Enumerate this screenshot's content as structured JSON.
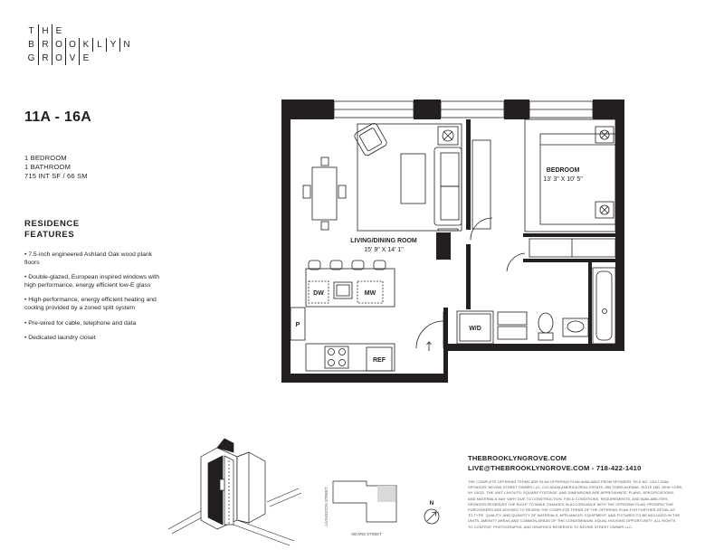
{
  "logo": {
    "rows": [
      [
        "T",
        "H",
        "E"
      ],
      [
        "B",
        "R",
        "O",
        "O",
        "K",
        "L",
        "Y",
        "N"
      ],
      [
        "G",
        "R",
        "O",
        "V",
        "E"
      ]
    ]
  },
  "unit": {
    "title": "11A - 16A",
    "specs": [
      "1 BEDROOM",
      "1 BATHROOM",
      "715 INT SF / 66 SM"
    ]
  },
  "features": {
    "title_line1": "RESIDENCE",
    "title_line2": "FEATURES",
    "items": [
      "• 7.5-inch engineered Ashland Oak wood plank floors",
      "• Double-glazed, European inspired windows with high performance, energy efficient low-E glass",
      "• High-performance, energy efficient heating and cooling provided by a zoned split system",
      "• Pre-wired for cable, telephone and data",
      "• Dedicated laundry closet"
    ]
  },
  "floorplan": {
    "living_label": "LIVING/DINING ROOM",
    "living_dims": "15' 9\" X 14' 1\"",
    "bedroom_label": "BEDROOM",
    "bedroom_dims": "13' 3\" X 10' 5\"",
    "dw": "DW",
    "mw": "MW",
    "ref": "REF",
    "wd": "W/D",
    "p": "P"
  },
  "keyplan": {
    "street_vertical": "LIVINGSTON STREET",
    "street_horizontal": "NEVINS STREET",
    "north": "N"
  },
  "contact": {
    "website": "THEBROOKLYNGROVE.COM",
    "email_phone": "LIVE@THEBROOKLYNGROVE.COM - 718-422-1410"
  },
  "legal": [
    "THE COMPLETE OFFERING TERMS ARE IN AN OFFERING PLAN AVAILABLE FROM SPONSOR. FILE NO. CD17-0166.",
    "SPONSOR: NEVINS STREET OWNER LLC, C/O ADAM AMERICA REAL ESTATE, 850 THIRD AVENUE, SUITE 18D, NEW YORK,",
    "NY 10022. THE UNIT LAYOUTS, SQUARE FOOTAGE, AND DIMENSIONS ARE APPROXIMATE. PLANS, SPECIFICATIONS,",
    "AND MATERIALS MAY VARY DUE TO CONSTRUCTION, FIELD CONDITIONS, REQUIREMENTS, AND AVAILABILITIES.",
    "SPONSOR RESERVES THE RIGHT TO MAKE CHANGES IN ACCORDANCE WITH THE OFFERING PLAN. PROSPECTIVE",
    "PURCHASERS ARE ADVISED TO REVIEW THE COMPLETE TERMS OF THE OFFERING PLAN FOR FURTHER DETAIL AS",
    "TO TYPE, QUALITY, AND QUANTITY OF MATERIALS, APPLIANCES, EQUIPMENT, AND FIXTURES TO BE INCLUDED IN THE",
    "UNITS, AMENITY AREAS AND COMMON AREAS OF THE CONDOMINIUM. EQUAL HOUSING OPPORTUNITY. ALL RIGHTS",
    "TO CONTENT, PHOTOGRAPHS, AND GRAPHICS RESERVED TO NEVINS STREET OWNER LLC."
  ]
}
